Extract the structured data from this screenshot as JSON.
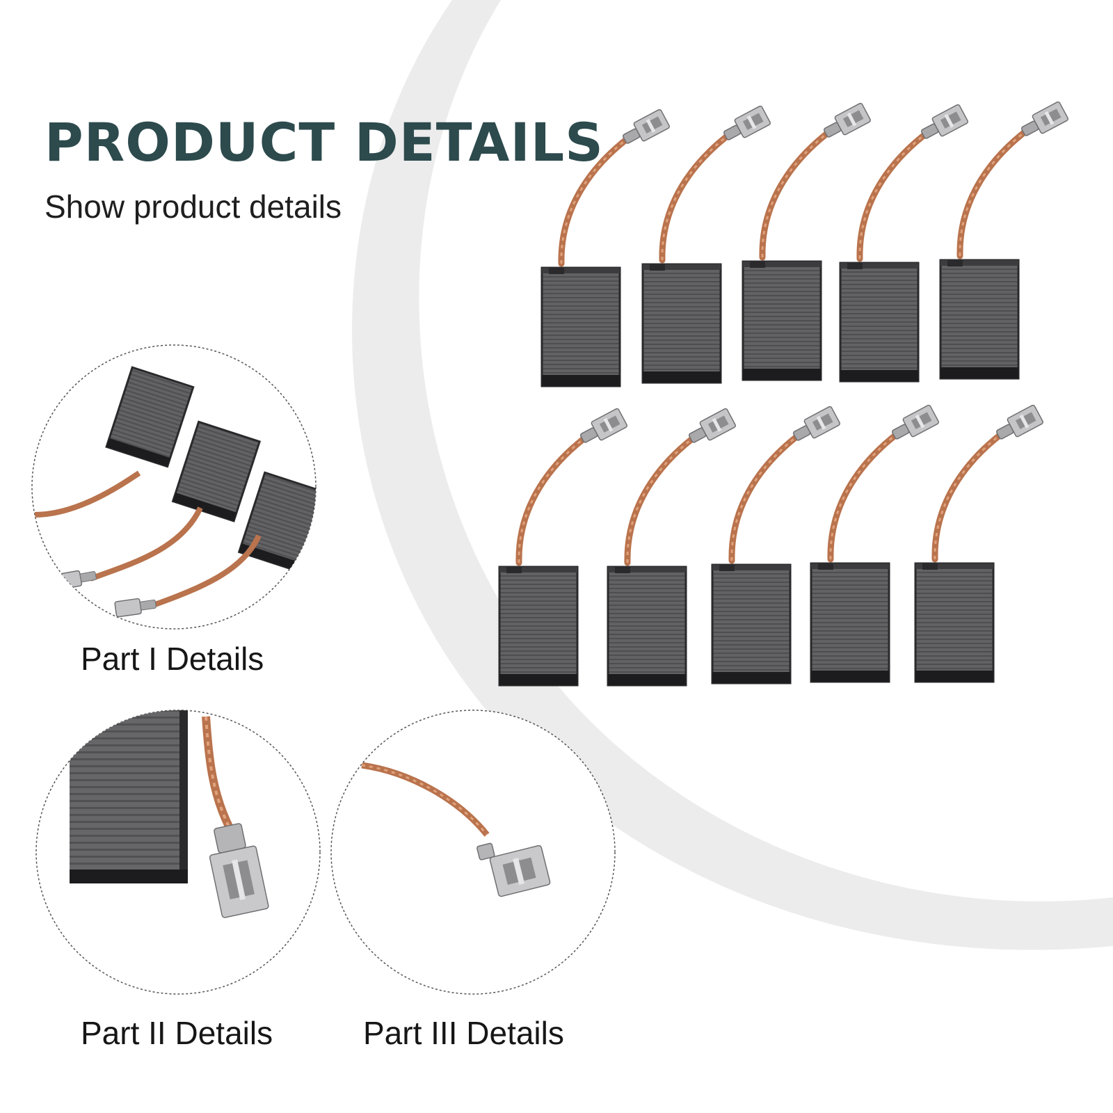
{
  "header": {
    "title": "PRODUCT DETAILS",
    "subtitle": "Show product details"
  },
  "details": {
    "part1": "Part I Details",
    "part2": "Part II Details",
    "part3": "Part III Details"
  },
  "colors": {
    "title": "#2d4a4d",
    "carbon": "#5f5f62",
    "carbon_dark": "#1c1c1e",
    "copper": "#b9734d",
    "metal": "#b8b8ba",
    "swoosh": "#ececec"
  }
}
